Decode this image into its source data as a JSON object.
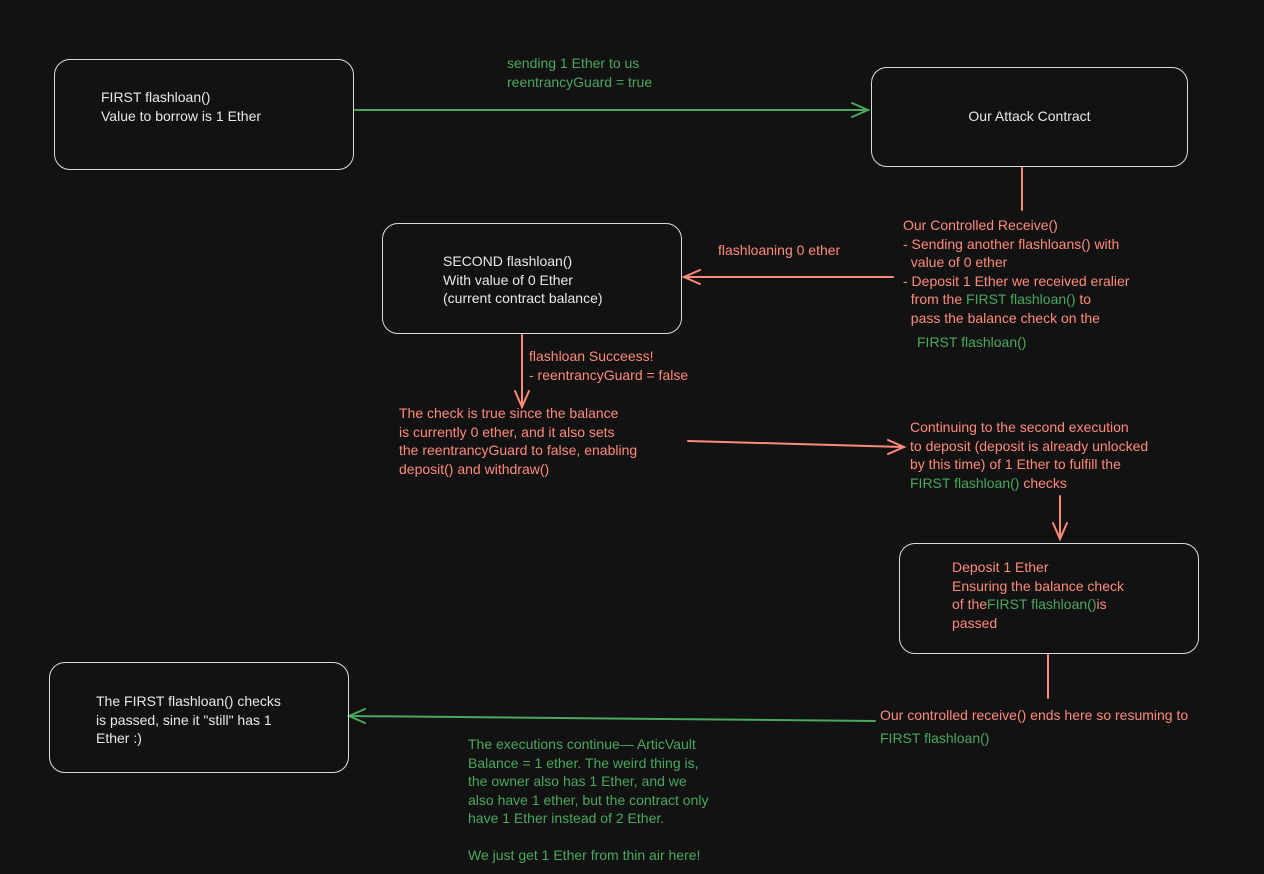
{
  "colors": {
    "background": "#121212",
    "box_stroke": "#dcdcdc",
    "red": "#ff8a7a",
    "green": "#49a85c",
    "white": "#e8e8e8"
  },
  "first_flashloan_box": {
    "lines": [
      "FIRST flashloan()",
      "Value to borrow is 1 Ether"
    ]
  },
  "send_arrow_label": {
    "lines": [
      "sending 1 Ether to us",
      "reentrancyGuard = true"
    ]
  },
  "attack_contract_box": {
    "label": "Our Attack Contract"
  },
  "controlled_receive": {
    "title": "Our Controlled Receive()",
    "line1": "- Sending another flashloans() with",
    "line2": "  value of 0 ether",
    "line3": "- Deposit 1 Ether we received eralier",
    "line4_pre": "  from the ",
    "line4_green": "FIRST flashloan()",
    "line4_post": " to",
    "line5": "  pass the balance check on the",
    "line6_green": "FIRST flashloan()"
  },
  "flashloaning_label": "flashloaning 0 ether",
  "second_flashloan_box": {
    "lines": [
      "SECOND flashloan()",
      "With value of 0 Ether",
      "(current contract balance)"
    ]
  },
  "success_label": {
    "lines": [
      "flashloan Succeess!",
      "- reentrancyGuard = false"
    ]
  },
  "check_text": {
    "lines": [
      "The check is true since the balance",
      "is currently 0 ether, and it also sets",
      "the reentrancyGuard to false, enabling",
      "deposit() and withdraw()"
    ]
  },
  "continuing_text": {
    "lines": [
      "Continuing to the second execution",
      "to deposit (deposit is already unlocked",
      "by this time) of 1 Ether to fulfill the"
    ],
    "last_green": "FIRST flashloan()",
    "last_post": " checks"
  },
  "deposit_box": {
    "line1": "Deposit 1 Ether",
    "line2": "Ensuring the balance check",
    "line3_pre": "of the",
    "line3_green": "FIRST flashloan()",
    "line3_post": "is",
    "line4": "passed"
  },
  "resume_text": {
    "red": "Our controlled receive() ends here so resuming to",
    "green": "FIRST flashloan()"
  },
  "final_box": {
    "lines": [
      "The FIRST flashloan() checks",
      "is passed, sine it \"still\" has 1",
      "Ether :)"
    ]
  },
  "conclusion_text": {
    "lines": [
      "The executions continue— ArticVault",
      "Balance = 1 ether. The weird thing is,",
      "the owner also has 1 Ether, and we",
      "also have 1 ether, but the contract only",
      "have 1 Ether instead of 2 Ether.",
      "",
      "We just get 1 Ether from thin air here!"
    ]
  }
}
